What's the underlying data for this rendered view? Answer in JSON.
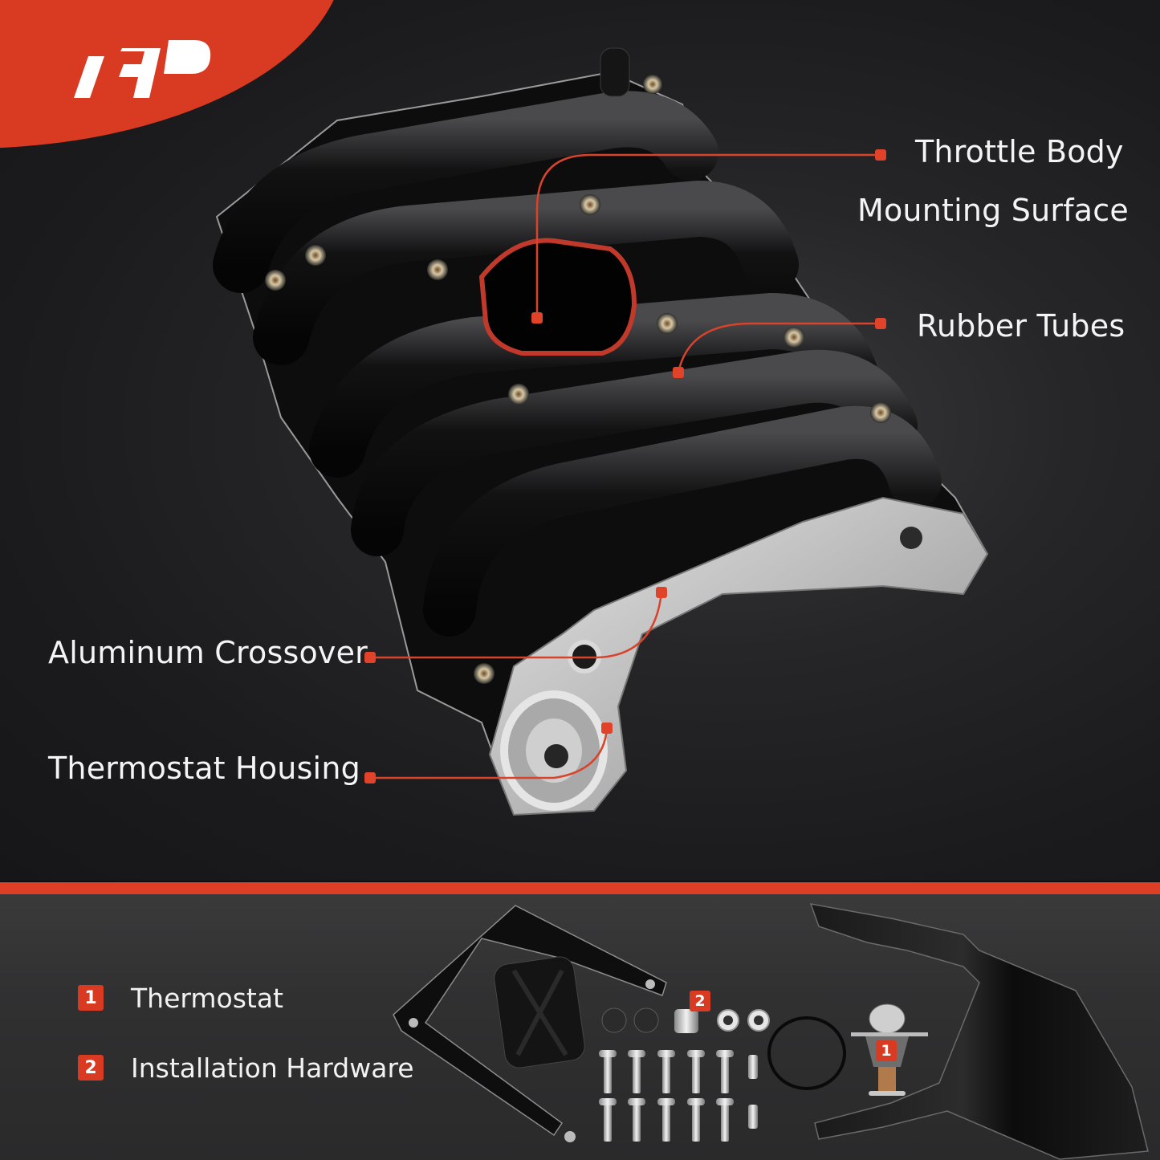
{
  "brand": {
    "logo_text": "A-P",
    "accent_color": "#d93a22"
  },
  "callouts": {
    "throttle_body_line1": "Throttle Body",
    "throttle_body_line2": "Mounting Surface",
    "rubber_tubes": "Rubber Tubes",
    "aluminum_crossover": "Aluminum Crossover",
    "thermostat_housing": "Thermostat Housing",
    "marker_color": "#e0432a"
  },
  "included_parts": {
    "items": [
      {
        "number": "1",
        "label": "Thermostat"
      },
      {
        "number": "2",
        "label": "Installation Hardware"
      }
    ],
    "image_badges": {
      "hardware": "2",
      "thermostat": "1"
    }
  },
  "colors": {
    "background": "#1b1b1d",
    "stripe": "#dc3f26",
    "bottom_panel": "#303031"
  }
}
